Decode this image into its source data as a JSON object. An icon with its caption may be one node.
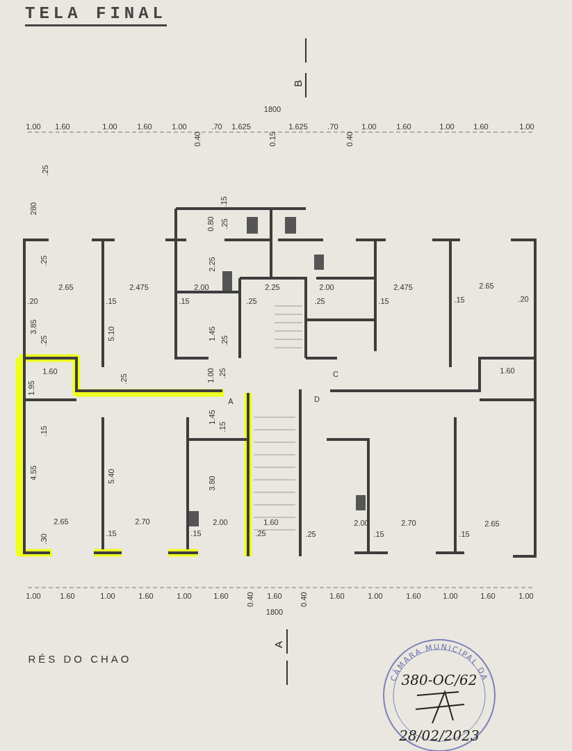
{
  "diagram": {
    "title": "TELA FINAL",
    "labels": [
      "B",
      "1800",
      "1.00",
      "1.60",
      "1.00",
      "1.60",
      "1.00",
      "0.40",
      ".70",
      "1.625",
      "0.15",
      "1.625",
      ".70",
      "0.40",
      "1.00",
      "1.60",
      "1.00",
      "1.60",
      "1.00",
      ".25",
      "280",
      ".15",
      "0.80",
      ".25",
      ".25",
      "2.25",
      "2.65",
      "2.475",
      "2.00",
      "2.25",
      "2.00",
      "2.475",
      "2.65",
      ".20",
      ".15",
      ".15",
      ".25",
      ".25",
      ".15",
      ".15",
      ".20",
      "3.85",
      ".25",
      "5.10",
      "1.45",
      ".25",
      "1.60",
      "1.60",
      "C",
      ".25",
      "1.00",
      ".25",
      "1.95",
      "A",
      "D",
      ".15",
      "1.45",
      ".15",
      "4.55",
      "5.40",
      "3.80",
      "2.65",
      "2.70",
      "2.00",
      "1.60",
      "2.00",
      "2.70",
      "2.65",
      ".30",
      ".15",
      ".15",
      ".25",
      ".25",
      ".15",
      ".15",
      "1.00",
      "1.60",
      "1.00",
      "1.60",
      "1.00",
      "1.60",
      "0.40",
      "1.60",
      "0.40",
      "1.60",
      "1.00",
      "1.60",
      "1.00",
      "1.60",
      "1.00",
      "1800",
      "A",
      "RÉS DO CHAO",
      "CÂMARA MUNICIPAL DA",
      "380-OC/62",
      "28/02/2023"
    ]
  }
}
